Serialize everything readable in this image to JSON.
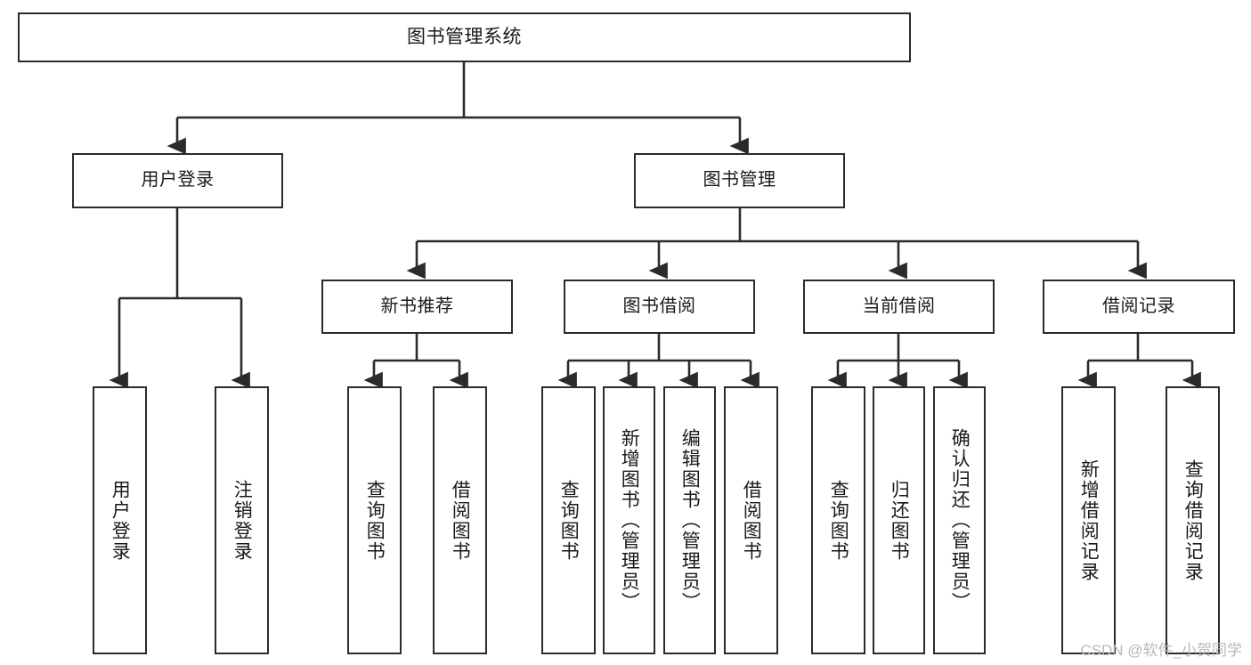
{
  "diagram": {
    "title": "图书管理系统",
    "type": "tree-hierarchy",
    "stroke_color": "#2b2b2b",
    "fill_color": "#ffffff",
    "text_color": "#1a1a1a"
  },
  "nodes": {
    "root": {
      "label": "图书管理系统",
      "level": 1
    },
    "lvl2": [
      {
        "label": "用户登录",
        "level": 2
      },
      {
        "label": "图书管理",
        "level": 2
      }
    ],
    "lvl3": [
      {
        "label": "新书推荐",
        "level": 3
      },
      {
        "label": "图书借阅",
        "level": 3
      },
      {
        "label": "当前借阅",
        "level": 3
      },
      {
        "label": "借阅记录",
        "level": 3
      }
    ],
    "leaves": [
      {
        "label": "用户登录",
        "parent": "用户登录"
      },
      {
        "label": "注销登录",
        "parent": "用户登录"
      },
      {
        "label": "查询图书",
        "parent": "新书推荐"
      },
      {
        "label": "借阅图书",
        "parent": "新书推荐"
      },
      {
        "label": "查询图书",
        "parent": "图书借阅"
      },
      {
        "label": "新增图书（管理员）",
        "parent": "图书借阅"
      },
      {
        "label": "编辑图书（管理员）",
        "parent": "图书借阅"
      },
      {
        "label": "借阅图书",
        "parent": "图书借阅"
      },
      {
        "label": "查询图书",
        "parent": "当前借阅"
      },
      {
        "label": "归还图书",
        "parent": "当前借阅"
      },
      {
        "label": "确认归还（管理员）",
        "parent": "当前借阅"
      },
      {
        "label": "新增借阅记录",
        "parent": "借阅记录"
      },
      {
        "label": "查询借阅记录",
        "parent": "借阅记录"
      }
    ]
  },
  "watermark": {
    "text": "CSDN @软件_小贺同学"
  }
}
